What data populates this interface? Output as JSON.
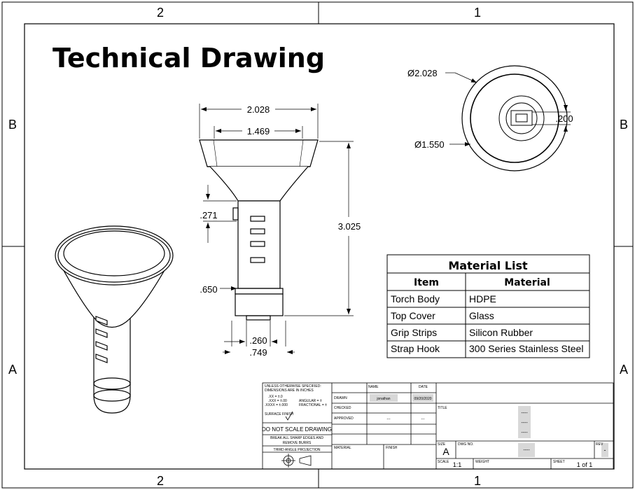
{
  "title": "Technical Drawing",
  "frame": {
    "columns": [
      "2",
      "1"
    ],
    "rows": [
      "B",
      "A"
    ]
  },
  "dims": {
    "front_outer_width": "2.028",
    "front_inner_width": "1.469",
    "height": "3.025",
    "strip_height": ".271",
    "bottom_height": ".650",
    "tip_width": ".260",
    "base_width": ".749",
    "top_outer_dia": "Ø2.028",
    "top_inner_dia": "Ø1.550",
    "hook_size": ".200"
  },
  "material_list": {
    "title": "Material List",
    "headers": [
      "Item",
      "Material"
    ],
    "rows": [
      [
        "Torch Body",
        "HDPE"
      ],
      [
        "Top Cover",
        "Glass"
      ],
      [
        "Grip Strips",
        "Silicon Rubber"
      ],
      [
        "Strap Hook",
        "300 Series Stainless Steel"
      ]
    ]
  },
  "title_block": {
    "unless_line1": "UNLESS OTHERWISE SPECIFIED:",
    "unless_line2": "DIMENSIONS ARE IN INCHES",
    "tol_x": ".XX = ±.0",
    "tol_xx": ".XXX = ±.00",
    "tol_xxx": ".XXXX = ±.000",
    "angular": "ANGULAR = ±",
    "fractional": "FRACTIONAL = ±",
    "surface_finish": "SURFACE FINISH",
    "do_not_scale": "DO NOT SCALE DRAWING",
    "break_edges_1": "BREAK ALL SHARP EDGES AND",
    "break_edges_2": "REMOVE BURRS",
    "projection": "THIRD ANGLE PROJECTION",
    "name_label": "NAME",
    "date_label": "DATE",
    "drawn_label": "DRAWN",
    "drawn_name": "jonathan",
    "drawn_date": "09/20/2020",
    "checked_label": "CHECKED",
    "approved_label": "APPROVED",
    "approved_name": "---",
    "approved_date": "---",
    "material_label": "MATERIAL",
    "finish_label": "FINISH",
    "title_label": "TITLE",
    "title_lines": [
      "----",
      "----",
      "----"
    ],
    "size_label": "SIZE",
    "size_value": "A",
    "dwg_no_label": "DWG NO.",
    "dwg_no_value": "----",
    "rev_label": "REV",
    "rev_value": "-",
    "scale_label": "SCALE",
    "scale_value": "1:1",
    "weight_label": "WEIGHT",
    "sheet_label": "SHEET",
    "sheet_value": "1 of 1"
  }
}
